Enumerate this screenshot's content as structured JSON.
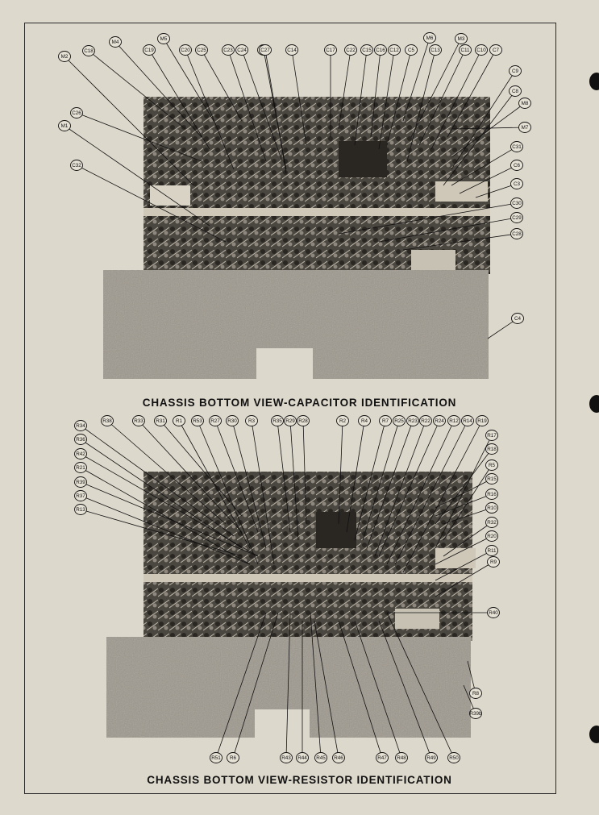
{
  "captions": {
    "top": "CHASSIS BOTTOM VIEW-CAPACITOR IDENTIFICATION",
    "bottom": "CHASSIS BOTTOM VIEW-RESISTOR IDENTIFICATION"
  },
  "capacitor_view": {
    "callouts": [
      "M2",
      "C18",
      "M4",
      "M5",
      "C19",
      "C20",
      "C25",
      "C23",
      "C24",
      "C27",
      "C14",
      "C17",
      "C22",
      "C15",
      "C16",
      "C12",
      "C5",
      "C13",
      "M6",
      "M3",
      "C11",
      "C10",
      "C7",
      "C9",
      "C8",
      "M8",
      "M7",
      "C31",
      "C6",
      "C3",
      "C30",
      "C29",
      "C28",
      "C27",
      "C26",
      "M1",
      "C32",
      "C4"
    ]
  },
  "resistor_view": {
    "callouts": [
      "R34",
      "R38",
      "R33",
      "R31",
      "R1",
      "R53",
      "R27",
      "R30",
      "R3",
      "R35",
      "R29",
      "R28",
      "R2",
      "R4",
      "R7",
      "R25",
      "R23",
      "R22",
      "R24",
      "R12",
      "R14",
      "R19",
      "R17",
      "R18",
      "R5",
      "R15",
      "R16",
      "R10",
      "R32",
      "R20",
      "R11",
      "R9",
      "R36",
      "R42",
      "R21",
      "R39",
      "R37",
      "R13",
      "R40",
      "R43",
      "R44",
      "R45",
      "R46",
      "R47",
      "R48",
      "R49",
      "R50",
      "R51",
      "R6",
      "R8",
      "R39b"
    ]
  }
}
